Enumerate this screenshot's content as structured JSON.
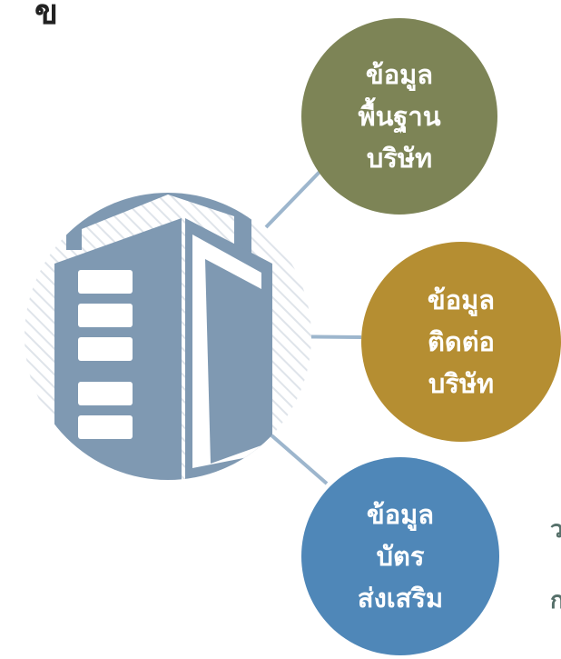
{
  "corner_text": "ข",
  "edge_text": [
    "ว",
    "ก"
  ],
  "nodes": [
    {
      "id": "company-basic-info",
      "color": "#7d8456",
      "lines": [
        "ข้อมูล",
        "พื้นฐาน",
        "บริษัท"
      ]
    },
    {
      "id": "company-contact-info",
      "color": "#b58e32",
      "lines": [
        "ข้อมูล",
        "ติดต่อ",
        "บริษัท"
      ]
    },
    {
      "id": "promo-card-info",
      "color": "#4f87b8",
      "lines": [
        "ข้อมูล",
        "บัตร",
        "ส่งเสริม"
      ]
    }
  ],
  "colors": {
    "hatch_circle": "#dfe4ea",
    "building": "#7f99b2",
    "connector": "#9db6cd"
  }
}
